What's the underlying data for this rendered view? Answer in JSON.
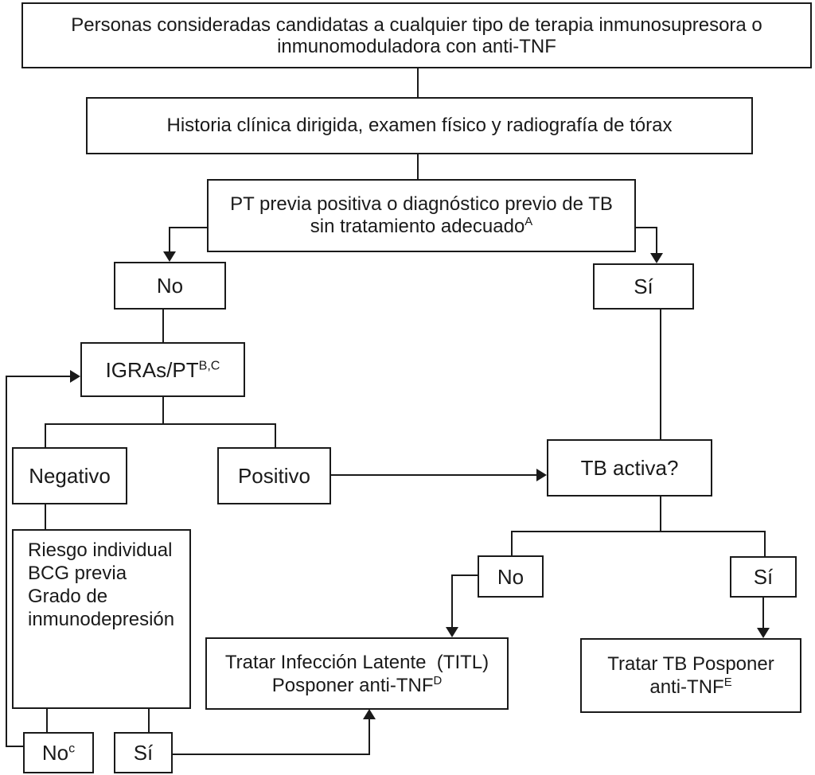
{
  "diagram_type": "flowchart",
  "colors": {
    "line": "#1a1a1a",
    "text": "#1a1a1a",
    "background": "#ffffff"
  },
  "nodes": {
    "candidates": {
      "line1": "Personas consideradas candidatas a cualquier tipo de terapia inmunosupresora o",
      "line2": "inmunomoduladora con anti-TNF"
    },
    "historia": {
      "label": "Historia clínica dirigida, examen físico y radiografía de tórax"
    },
    "pt_previa": {
      "line1": "PT previa positiva o diagnóstico previo de TB",
      "line2": "sin tratamiento adecuado",
      "line2_sup": "A"
    },
    "no_left": {
      "label": "No"
    },
    "si_right": {
      "label": "Sí"
    },
    "igras": {
      "label": "IGRAs/PT",
      "sup": "B,C"
    },
    "negativo": {
      "label": "Negativo"
    },
    "positivo": {
      "label": "Positivo"
    },
    "tb_activa": {
      "label": "TB activa?"
    },
    "riesgo": {
      "line1": "Riesgo individual",
      "line2": "BCG previa",
      "line3": "Grado de",
      "line4": "inmunodepresión"
    },
    "no_c": {
      "label": "No",
      "sup": "c"
    },
    "si_bottom": {
      "label": "Sí"
    },
    "tratar_latente": {
      "line1": "Tratar Infección Latente  (TITL)",
      "line2": "Posponer anti-TNF",
      "line2_sup": "D"
    },
    "no_tb": {
      "label": "No"
    },
    "si_tb": {
      "label": "Sí"
    },
    "tratar_tb": {
      "line1": "Tratar TB Posponer",
      "line2": "anti-TNF",
      "line2_sup": "E"
    }
  }
}
